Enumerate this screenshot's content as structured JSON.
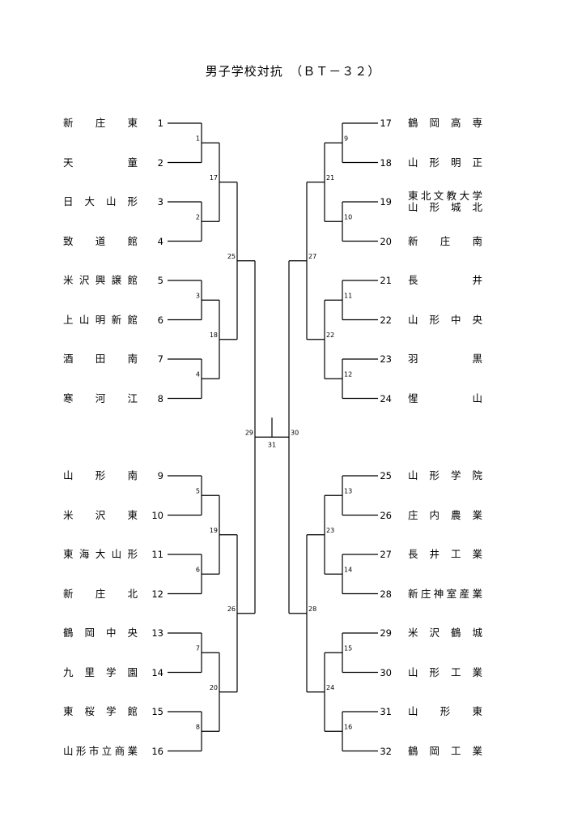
{
  "title": "男子学校対抗　（ＢＴ－３２）",
  "left_teams": [
    {
      "no": "1",
      "name": "新庄東"
    },
    {
      "no": "2",
      "name": "天童"
    },
    {
      "no": "3",
      "name": "日大山形"
    },
    {
      "no": "4",
      "name": "致道館"
    },
    {
      "no": "5",
      "name": "米沢興譲館"
    },
    {
      "no": "6",
      "name": "上山明新館"
    },
    {
      "no": "7",
      "name": "酒田南"
    },
    {
      "no": "8",
      "name": "寒河江"
    },
    {
      "no": "9",
      "name": "山形南"
    },
    {
      "no": "10",
      "name": "米沢東"
    },
    {
      "no": "11",
      "name": "東海大山形"
    },
    {
      "no": "12",
      "name": "新庄北"
    },
    {
      "no": "13",
      "name": "鶴岡中央"
    },
    {
      "no": "14",
      "name": "九里学園"
    },
    {
      "no": "15",
      "name": "東桜学館"
    },
    {
      "no": "16",
      "name": "山形市立商業"
    }
  ],
  "right_teams": [
    {
      "no": "17",
      "name": "鶴岡高専"
    },
    {
      "no": "18",
      "name": "山形明正"
    },
    {
      "no": "19",
      "name": "東北文教大学山形城北",
      "line1": "東北文教大学",
      "line2": "山形城北"
    },
    {
      "no": "20",
      "name": "新庄南"
    },
    {
      "no": "21",
      "name": "長井"
    },
    {
      "no": "22",
      "name": "山形中央"
    },
    {
      "no": "23",
      "name": "羽黒"
    },
    {
      "no": "24",
      "name": "惺山"
    },
    {
      "no": "25",
      "name": "山形学院"
    },
    {
      "no": "26",
      "name": "庄内農業"
    },
    {
      "no": "27",
      "name": "長井工業"
    },
    {
      "no": "28",
      "name": "新庄神室産業"
    },
    {
      "no": "29",
      "name": "米沢鶴城"
    },
    {
      "no": "30",
      "name": "山形工業"
    },
    {
      "no": "31",
      "name": "山形東"
    },
    {
      "no": "32",
      "name": "鶴岡工業"
    }
  ],
  "match_numbers": {
    "left_r1": [
      "1",
      "2",
      "3",
      "4",
      "5",
      "6",
      "7",
      "8"
    ],
    "right_r1": [
      "9",
      "10",
      "11",
      "12",
      "13",
      "14",
      "15",
      "16"
    ],
    "left_r2": [
      "17",
      "18",
      "19",
      "20"
    ],
    "right_r2": [
      "21",
      "22",
      "23",
      "24"
    ],
    "left_r3": [
      "25",
      "26"
    ],
    "right_r3": [
      "27",
      "28"
    ],
    "left_semi": "29",
    "right_semi": "30",
    "final": "31"
  }
}
